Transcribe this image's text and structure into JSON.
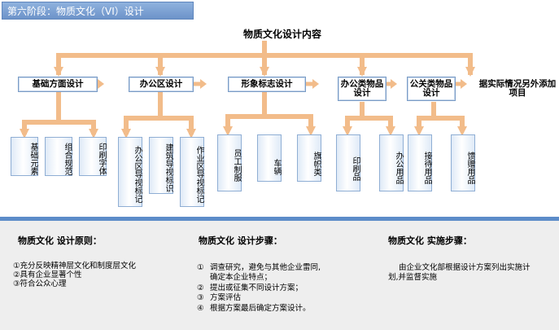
{
  "header": {
    "title": "第六阶段：物质文化（VI）设计"
  },
  "diagram": {
    "title": "物质文化设计内容",
    "categories": [
      {
        "label": "基础方面设计",
        "leaves": [
          "基础元素",
          "组合规范",
          "印刷字体"
        ]
      },
      {
        "label": "办公区设计",
        "leaves": [
          "办公区导视标记",
          "建筑导视标识",
          "作业区导视标记"
        ]
      },
      {
        "label": "形象标志设计",
        "leaves": [
          "员工制服",
          "车辆",
          "旗帜类"
        ]
      },
      {
        "label": "办公类物品设计",
        "leaves": [
          "印刷品",
          "办公用品"
        ]
      },
      {
        "label": "公关类物品设计",
        "leaves": [
          "接待用品",
          "馈赠用品"
        ]
      },
      {
        "label": "据实际情况另外添加项目",
        "leaves": []
      }
    ]
  },
  "bottom": {
    "principles": {
      "title": "物质文化 设计原则：",
      "items": [
        "①充分反映精神层文化和制度层文化",
        "②具有企业显著个性",
        "③符合公众心理"
      ]
    },
    "steps": {
      "title": "物质文化 设计步骤：",
      "items": [
        {
          "num": "①",
          "text": "调查研究，避免与其他企业雷同,"
        },
        {
          "num": "",
          "text": "确定本企业特点；"
        },
        {
          "num": "②",
          "text": "提出或征集不同设计方案；"
        },
        {
          "num": "③",
          "text": "方案评估"
        },
        {
          "num": "④",
          "text": "根据方案最后确定方案设计。"
        }
      ]
    },
    "implementation": {
      "title": "物质文化 实施步骤：",
      "items": [
        "由企业文化部根据设计方案列出实施计",
        "划,并监督实施"
      ]
    }
  },
  "colors": {
    "connector": "#f2bc8a",
    "accent": "#5c8cc9",
    "header": "#7ba0d3"
  }
}
